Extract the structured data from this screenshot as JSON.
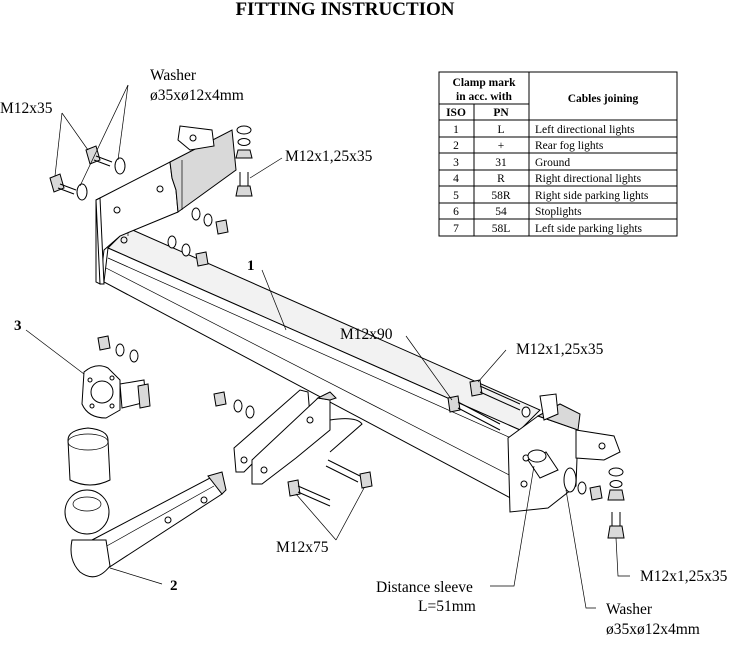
{
  "title": "FITTING INSTRUCTION",
  "labels": {
    "bolt_top_left": "M12x35",
    "washer_top": "Washer",
    "washer_top_dims": "ø35xø12x4mm",
    "bolt_top_mid": "M12x1,25x35",
    "callout_1": "1",
    "callout_2": "2",
    "callout_3": "3",
    "bolt_m12x90": "M12x90",
    "bolt_right_top": "M12x1,25x35",
    "bolt_m12x75": "M12x75",
    "distance_sleeve": "Distance sleeve",
    "distance_sleeve_len": "L=51mm",
    "bolt_right_bottom": "M12x1,25x35",
    "washer_bottom": "Washer",
    "washer_bottom_dims": "ø35xø12x4mm"
  },
  "table": {
    "header_clamp_line1": "Clamp mark",
    "header_clamp_line2": "in acc. with",
    "header_iso": "ISO",
    "header_pn": "PN",
    "header_cables": "Cables joining",
    "rows": [
      {
        "iso": "1",
        "pn": "L",
        "cable": "Left directional lights"
      },
      {
        "iso": "2",
        "pn": "+",
        "cable": "Rear fog lights"
      },
      {
        "iso": "3",
        "pn": "31",
        "cable": "Ground"
      },
      {
        "iso": "4",
        "pn": "R",
        "cable": "Right directional lights"
      },
      {
        "iso": "5",
        "pn": "58R",
        "cable": "Right side parking lights"
      },
      {
        "iso": "6",
        "pn": "54",
        "cable": "Stoplights"
      },
      {
        "iso": "7",
        "pn": "58L",
        "cable": "Left side parking lights"
      }
    ]
  },
  "colors": {
    "line": "#000000",
    "paper": "#ffffff",
    "shade": "#d9d9d9"
  }
}
